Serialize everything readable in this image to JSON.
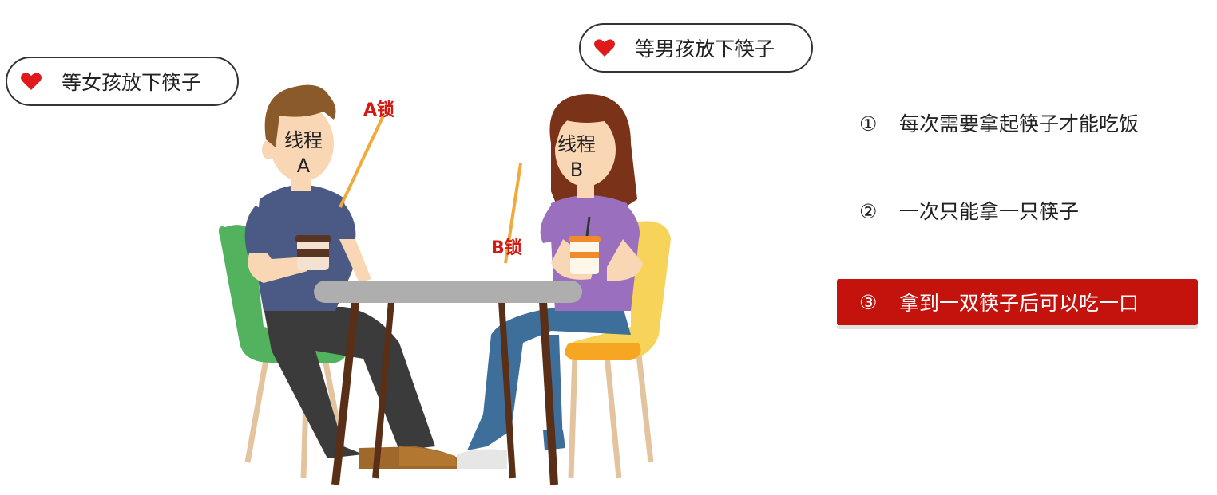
{
  "bubbles": {
    "left_text": "等女孩放下筷子",
    "right_text": "等男孩放下筷子"
  },
  "figures": {
    "boy": {
      "line1": "线程",
      "line2": "A"
    },
    "girl": {
      "line1": "线程",
      "line2": "B"
    }
  },
  "locks": {
    "a": "A锁",
    "b": "B锁"
  },
  "rules": [
    {
      "num": "①",
      "text": "每次需要拿起筷子才能吃饭"
    },
    {
      "num": "②",
      "text": "一次只能拿一只筷子"
    },
    {
      "num": "③",
      "text": "拿到一双筷子后可以吃一口"
    }
  ],
  "colors": {
    "heart": "#e0191a",
    "highlight": "#c4120c",
    "lock_text": "#d31a12"
  }
}
